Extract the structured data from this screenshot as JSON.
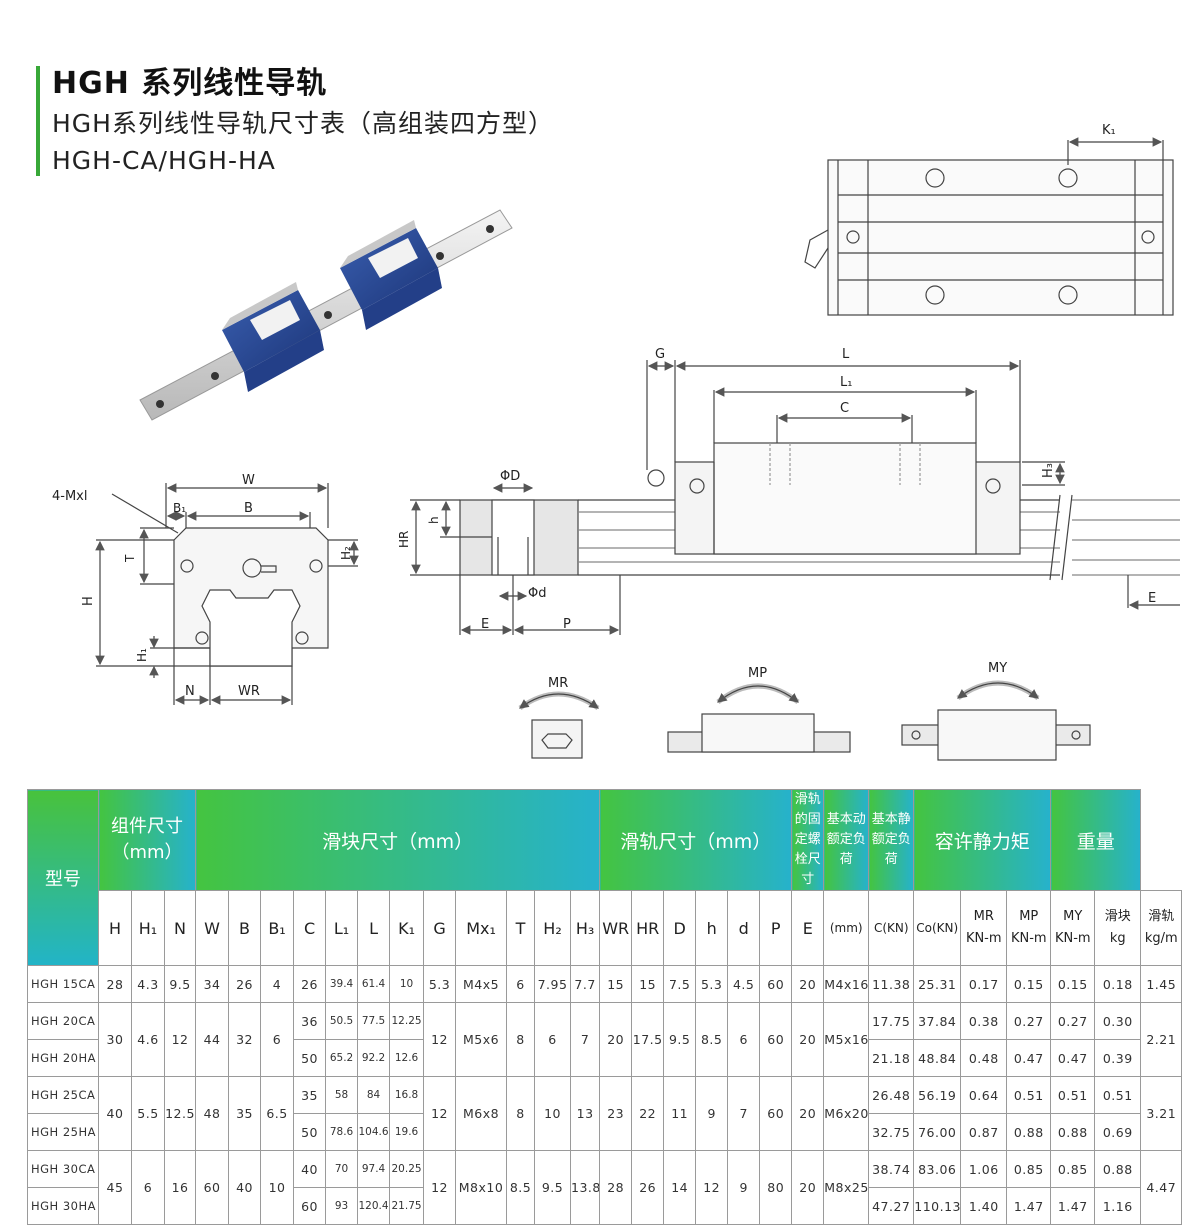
{
  "header": {
    "title": "HGH 系列线性导轨",
    "subtitle": "HGH系列线性导轨尺寸表（高组装四方型）",
    "models": "HGH-CA/HGH-HA"
  },
  "figure_labels": {
    "k1": "K₁",
    "g": "G",
    "l": "L",
    "l1": "L₁",
    "c": "C",
    "h3": "H₃",
    "phi_D": "ΦD",
    "phi_d": "Φd",
    "hr": "HR",
    "h_small": "h",
    "e": "E",
    "p": "P",
    "m": "4-Mxl",
    "w": "W",
    "b1": "B₁",
    "b": "B",
    "t": "T",
    "h2": "H₂",
    "h": "H",
    "h1": "H₁",
    "n": "N",
    "wr": "WR",
    "mr": "MR",
    "mp": "MP",
    "my": "MY"
  },
  "table": {
    "group_headers": {
      "model": "型号",
      "assembly": "组件尺寸（mm）",
      "block": "滑块尺寸（mm）",
      "rail": "滑轨尺寸（mm）",
      "bolt": "滑轨的固定螺栓尺寸",
      "dynamic": "基本动额定负荷",
      "static": "基本静额定负荷",
      "moment": "容许静力矩",
      "weight": "重量"
    },
    "columns": [
      "H",
      "H₁",
      "N",
      "W",
      "B",
      "B₁",
      "C",
      "L₁",
      "L",
      "K₁",
      "G",
      "Mx₁",
      "T",
      "H₂",
      "H₃",
      "WR",
      "HR",
      "D",
      "h",
      "d",
      "P",
      "E",
      "(mm)",
      "C(KN)",
      "Co(KN)",
      "MR KN-m",
      "MP KN-m",
      "MY KN-m",
      "滑块 kg",
      "滑轨 kg/m"
    ],
    "rows": {
      "r15ca": {
        "model": "HGH 15CA",
        "H": "28",
        "H1": "4.3",
        "N": "9.5",
        "W": "34",
        "B": "26",
        "B1": "4",
        "C": "26",
        "L1": "39.4",
        "L": "61.4",
        "K1": "10",
        "G": "5.3",
        "M": "M4x5",
        "T": "6",
        "H2": "7.95",
        "H3": "7.7",
        "WR": "15",
        "HR": "15",
        "D": "7.5",
        "h": "5.3",
        "d": "4.5",
        "P": "60",
        "E": "20",
        "bolt": "M4x16",
        "C_kn": "11.38",
        "C0": "25.31",
        "MR": "0.17",
        "MP": "0.15",
        "MY": "0.15",
        "kg": "0.18",
        "kgm": "1.45"
      },
      "g20": {
        "H": "30",
        "H1": "4.6",
        "N": "12",
        "W": "44",
        "B": "32",
        "B1": "6",
        "G": "12",
        "M": "M5x6",
        "T": "8",
        "H2": "6",
        "H3": "7",
        "WR": "20",
        "HR": "17.5",
        "D": "9.5",
        "h": "8.5",
        "d": "6",
        "P": "60",
        "E": "20",
        "bolt": "M5x16",
        "kgm": "2.21"
      },
      "r20ca": {
        "model": "HGH 20CA",
        "C": "36",
        "L1": "50.5",
        "L": "77.5",
        "K1": "12.25",
        "C_kn": "17.75",
        "C0": "37.84",
        "MR": "0.38",
        "MP": "0.27",
        "MY": "0.27",
        "kg": "0.30"
      },
      "r20ha": {
        "model": "HGH 20HA",
        "C": "50",
        "L1": "65.2",
        "L": "92.2",
        "K1": "12.6",
        "C_kn": "21.18",
        "C0": "48.84",
        "MR": "0.48",
        "MP": "0.47",
        "MY": "0.47",
        "kg": "0.39"
      },
      "g25": {
        "H": "40",
        "H1": "5.5",
        "N": "12.5",
        "W": "48",
        "B": "35",
        "B1": "6.5",
        "G": "12",
        "M": "M6x8",
        "T": "8",
        "H2": "10",
        "H3": "13",
        "WR": "23",
        "HR": "22",
        "D": "11",
        "h": "9",
        "d": "7",
        "P": "60",
        "E": "20",
        "bolt": "M6x20",
        "kgm": "3.21"
      },
      "r25ca": {
        "model": "HGH 25CA",
        "C": "35",
        "L1": "58",
        "L": "84",
        "K1": "16.8",
        "C_kn": "26.48",
        "C0": "56.19",
        "MR": "0.64",
        "MP": "0.51",
        "MY": "0.51",
        "kg": "0.51"
      },
      "r25ha": {
        "model": "HGH 25HA",
        "C": "50",
        "L1": "78.6",
        "L": "104.6",
        "K1": "19.6",
        "C_kn": "32.75",
        "C0": "76.00",
        "MR": "0.87",
        "MP": "0.88",
        "MY": "0.88",
        "kg": "0.69"
      },
      "g30": {
        "H": "45",
        "H1": "6",
        "N": "16",
        "W": "60",
        "B": "40",
        "B1": "10",
        "G": "12",
        "M": "M8x10",
        "T": "8.5",
        "H2": "9.5",
        "H3": "13.8",
        "WR": "28",
        "HR": "26",
        "D": "14",
        "h": "12",
        "d": "9",
        "P": "80",
        "E": "20",
        "bolt": "M8x25",
        "kgm": "4.47"
      },
      "r30ca": {
        "model": "HGH 30CA",
        "C": "40",
        "L1": "70",
        "L": "97.4",
        "K1": "20.25",
        "C_kn": "38.74",
        "C0": "83.06",
        "MR": "1.06",
        "MP": "0.85",
        "MY": "0.85",
        "kg": "0.88"
      },
      "r30ha": {
        "model": "HGH 30HA",
        "C": "60",
        "L1": "93",
        "L": "120.4",
        "K1": "21.75",
        "C_kn": "47.27",
        "C0": "110.13",
        "MR": "1.40",
        "MP": "1.47",
        "MY": "1.47",
        "kg": "1.16"
      }
    }
  }
}
